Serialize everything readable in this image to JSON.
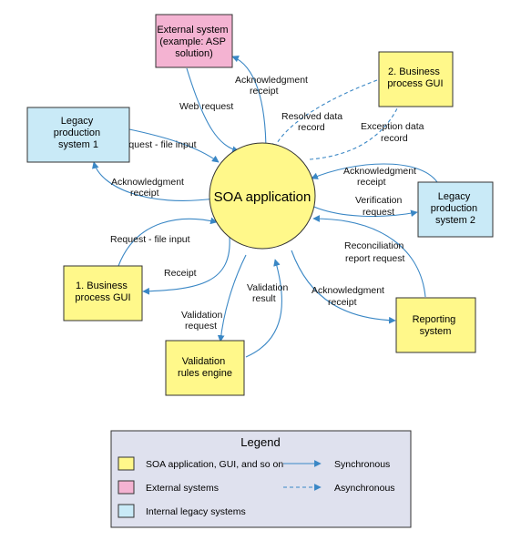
{
  "colors": {
    "soa_fill": "#fff88a",
    "external_fill": "#f4b3d2",
    "internal_fill": "#c9eaf7",
    "legend_fill": "#dfe1ee",
    "arrow": "#3a87c5",
    "border": "#333333"
  },
  "center": {
    "label": "SOA application"
  },
  "nodes": {
    "external_system": [
      "External system",
      "(example: ASP",
      "solution)"
    ],
    "business_gui_2": [
      "2. Business",
      "process GUI"
    ],
    "legacy_1": [
      "Legacy",
      "production",
      "system 1"
    ],
    "legacy_2": [
      "Legacy",
      "production",
      "system 2"
    ],
    "business_gui_1": [
      "1. Business",
      "process GUI"
    ],
    "validation_engine": [
      "Validation",
      "rules engine"
    ],
    "reporting": [
      "Reporting",
      "system"
    ]
  },
  "edges": {
    "ext_ack": [
      "Acknowledgment",
      "receipt"
    ],
    "ext_web": [
      "Web request"
    ],
    "gui2_resolved": [
      "Resolved data",
      "record"
    ],
    "gui2_exception": [
      "Exception data",
      "record"
    ],
    "leg1_request": [
      "Request - file input"
    ],
    "leg1_ack": [
      "Acknowledgment",
      "receipt"
    ],
    "leg2_ack": [
      "Acknowledgment",
      "receipt"
    ],
    "leg2_verify": [
      "Verification",
      "request"
    ],
    "gui1_request": [
      "Request - file input"
    ],
    "gui1_receipt": [
      "Receipt"
    ],
    "val_request": [
      "Validation",
      "request"
    ],
    "val_result": [
      "Validation",
      "result"
    ],
    "rep_recon": [
      "Reconciliation",
      "report request"
    ],
    "rep_ack": [
      "Acknowledgment",
      "receipt"
    ]
  },
  "legend": {
    "title": "Legend",
    "items": [
      {
        "label": "SOA application, GUI, and so on",
        "color": "#fff88a"
      },
      {
        "label": "External systems",
        "color": "#f4b3d2"
      },
      {
        "label": "Internal legacy systems",
        "color": "#c9eaf7"
      }
    ],
    "sync_label": "Synchronous",
    "async_label": "Asynchronous"
  }
}
